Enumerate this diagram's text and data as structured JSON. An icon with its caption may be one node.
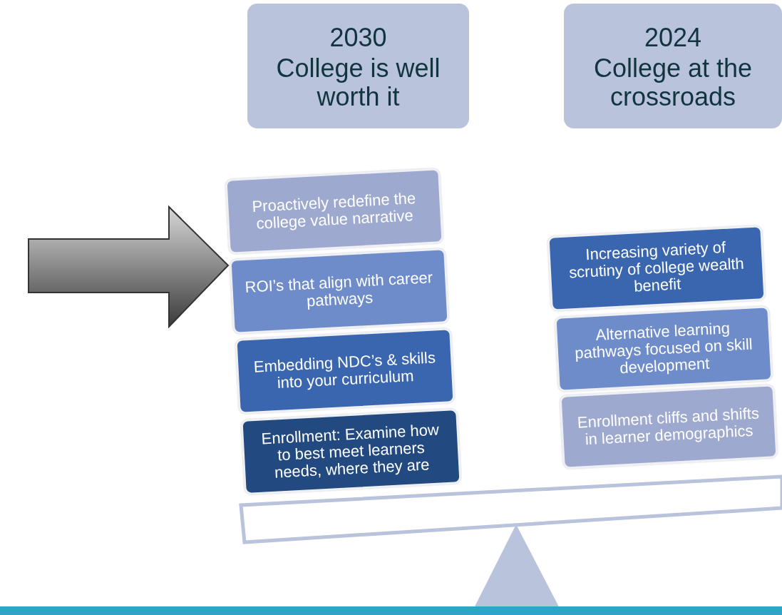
{
  "diagram": {
    "nodes": [
      {
        "text": [
          "2030",
          "College is well worth it"
        ]
      },
      {
        "text": [
          "2024",
          "College at the crossroads"
        ]
      },
      {
        "text": [
          "Proactively redefine the college value narrative"
        ]
      },
      {
        "text": [
          "ROI’s that align with career pathways"
        ]
      },
      {
        "text": [
          "Embedding NDC’s & skills into your curriculum"
        ]
      },
      {
        "text": [
          "Enrollment: Examine how to best meet learners needs, where they are"
        ]
      },
      {
        "text": [
          "Increasing variety of scrutiny of college wealth benefit"
        ]
      },
      {
        "text": [
          "Alternative learning pathways focused on skill development"
        ]
      },
      {
        "text": [
          "Enrollment cliffs and shifts in learner demographics"
        ]
      }
    ],
    "edges": [
      {
        "from": null,
        "to": 3,
        "arrow": "to"
      }
    ]
  }
}
